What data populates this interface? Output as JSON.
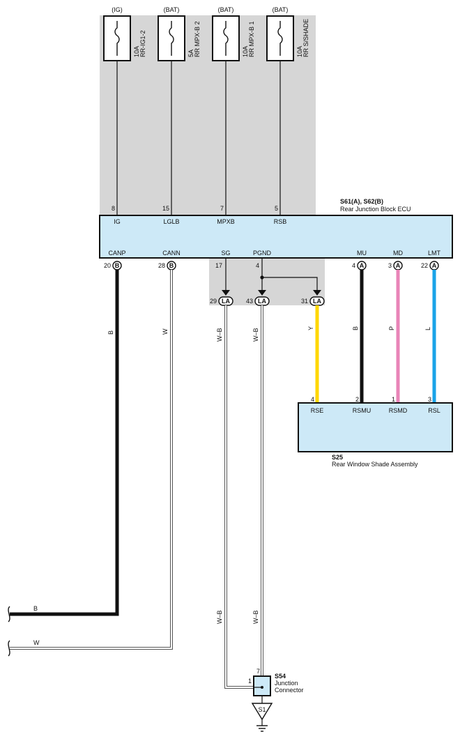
{
  "colors": {
    "shade": "#d6d6d6",
    "ecu_fill": "#cde9f7",
    "wire_black": "#111111",
    "wire_white": "#ffffff",
    "wire_yellow": "#ffd700",
    "wire_pink": "#e985b8",
    "wire_blue": "#1aa3e8"
  },
  "fuses": [
    {
      "source": "(IG)",
      "rating": "10A",
      "name": "RR-IG1-2",
      "pin": "8"
    },
    {
      "source": "(BAT)",
      "rating": "5A",
      "name": "RR MPX-B 2",
      "pin": "15"
    },
    {
      "source": "(BAT)",
      "rating": "10A",
      "name": "RR MPX-B 1",
      "pin": "7"
    },
    {
      "source": "(BAT)",
      "rating": "10A",
      "name": "RR S/SHADE",
      "pin": "5"
    }
  ],
  "ecu": {
    "code": "S61(A), S62(B)",
    "name": "Rear Junction Block ECU",
    "top_terminals": [
      "IG",
      "LGLB",
      "MPXB",
      "RSB"
    ],
    "bottom_terminals": [
      "CANP",
      "CANN",
      "SG",
      "PGND",
      "MU",
      "MD",
      "LMT"
    ],
    "bottom_pins": [
      {
        "pin": "20",
        "conn": "B"
      },
      {
        "pin": "28",
        "conn": "B"
      },
      {
        "pin": "17",
        "conn": ""
      },
      {
        "pin": "4",
        "conn": ""
      },
      {
        "pin": "4",
        "conn": "A"
      },
      {
        "pin": "3",
        "conn": "A"
      },
      {
        "pin": "22",
        "conn": "A"
      }
    ]
  },
  "splice_connectors": [
    {
      "pin": "29",
      "label": "LA"
    },
    {
      "pin": "43",
      "label": "LA"
    },
    {
      "pin": "31",
      "label": "LA"
    }
  ],
  "wires": {
    "canp": "B",
    "cann": "W",
    "sg": "W–B",
    "pgnd": "W–B",
    "rse": "Y",
    "rsmu": "B",
    "rsmd": "P",
    "rsl": "L"
  },
  "shade_assy": {
    "code": "S25",
    "name": "Rear Window Shade Assembly",
    "terminals": [
      "RSE",
      "RSMU",
      "RSMD",
      "RSL"
    ],
    "pins": [
      "4",
      "2",
      "1",
      "3"
    ]
  },
  "junction": {
    "code": "S54",
    "name_line1": "Junction",
    "name_line2": "Connector",
    "pin_top": "7",
    "pin_left": "1"
  },
  "ground": {
    "label": "S1"
  }
}
